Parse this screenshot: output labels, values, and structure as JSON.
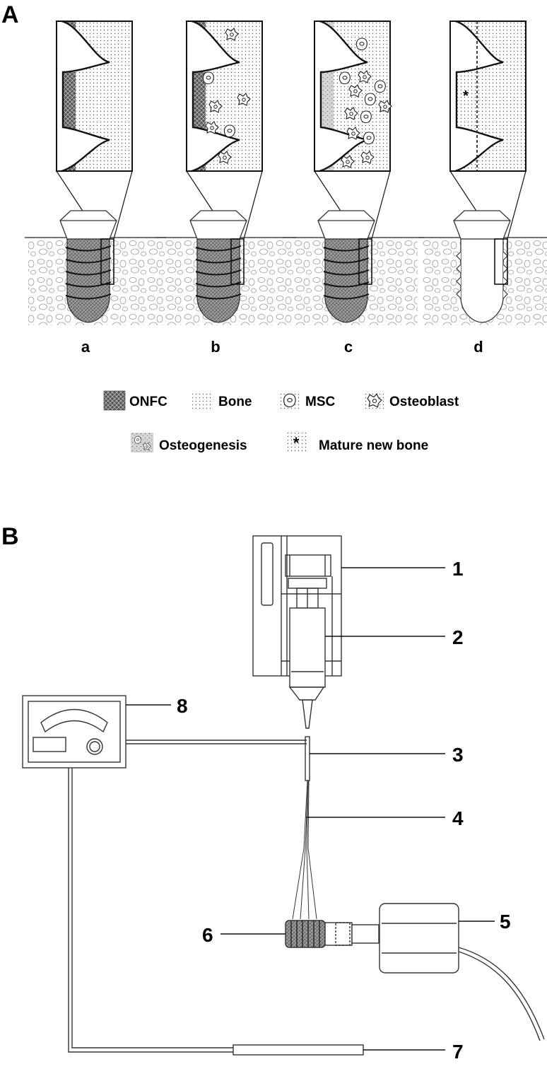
{
  "panelA": {
    "label": "A",
    "subpanels": [
      {
        "label": "a"
      },
      {
        "label": "b"
      },
      {
        "label": "c"
      },
      {
        "label": "d"
      }
    ],
    "legend": {
      "onfc": "ONFC",
      "bone": "Bone",
      "msc": "MSC",
      "osteoblast": "Osteoblast",
      "osteogenesis": "Osteogenesis",
      "mature_new_bone": "Mature new bone",
      "mature_marker": "*"
    },
    "mature_marker_in_d": "*"
  },
  "panelB": {
    "label": "B",
    "callouts": [
      "1",
      "2",
      "3",
      "4",
      "5",
      "6",
      "7",
      "8"
    ]
  }
}
